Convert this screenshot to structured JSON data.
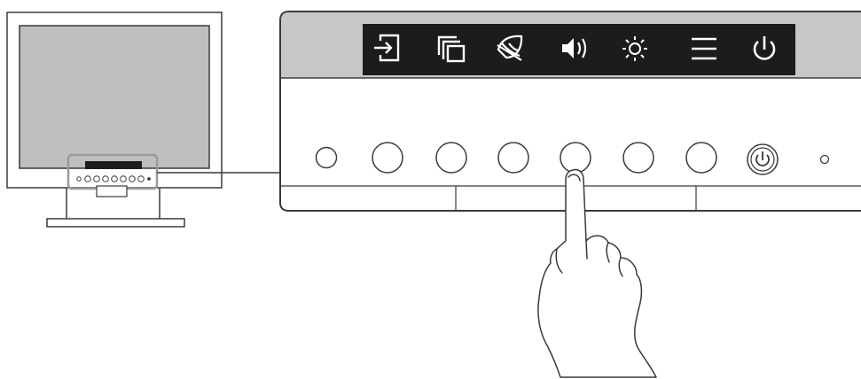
{
  "diagram": {
    "monitor": {
      "bezel_color": "#ffffff",
      "screen_color": "#bfbfbf",
      "outline_color": "#3a3a3a",
      "highlight_color": "#9a9a9a"
    },
    "panel": {
      "top_band_color": "#c8c8c8",
      "icon_bar_color": "#1c1c1c",
      "icon_color": "#ffffff",
      "outline_color": "#3a3a3a"
    },
    "icons": [
      "input-icon",
      "picture-in-picture-icon",
      "eco-leaf-icon",
      "volume-icon",
      "brightness-icon",
      "menu-icon",
      "power-icon"
    ],
    "buttons": [
      "sensor",
      "input-button",
      "screen-mode-button",
      "eco-button",
      "volume-button",
      "brightness-button",
      "menu-button",
      "power-button",
      "power-indicator-led"
    ],
    "pressed_button": "volume-button"
  }
}
